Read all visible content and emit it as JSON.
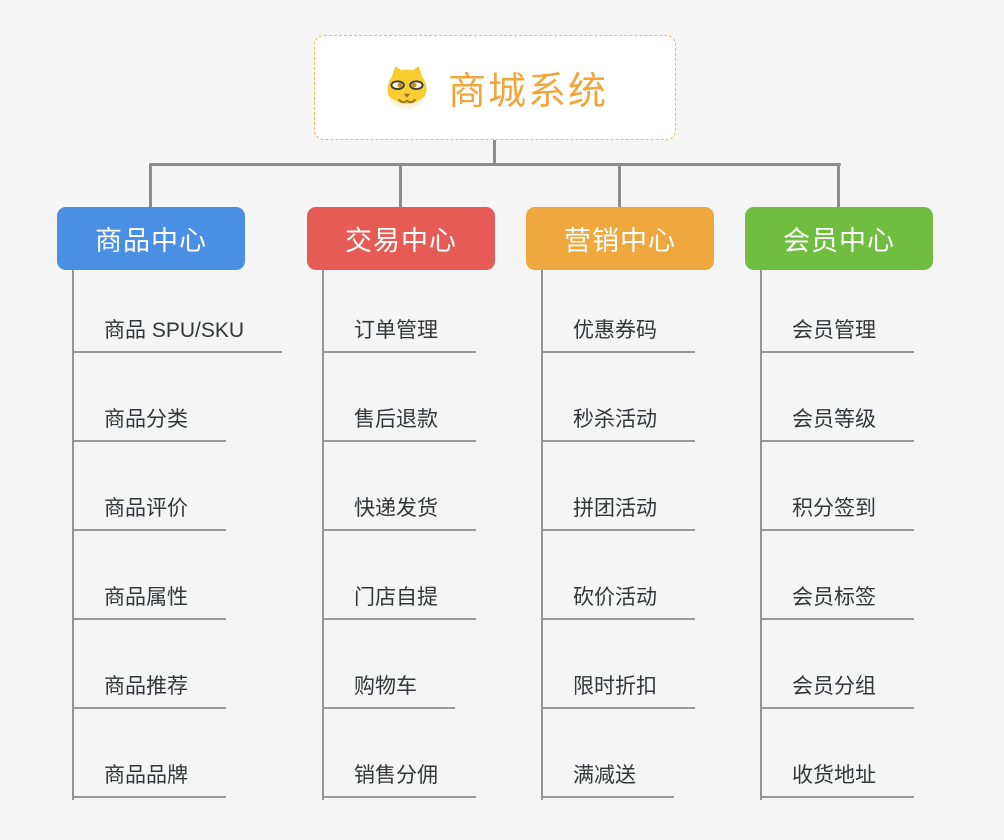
{
  "root": {
    "title": "商城系统",
    "icon": "doge-icon"
  },
  "branches": [
    {
      "title": "商品中心",
      "color": "#4a8fe4",
      "items": [
        "商品 SPU/SKU",
        "商品分类",
        "商品评价",
        "商品属性",
        "商品推荐",
        "商品品牌"
      ]
    },
    {
      "title": "交易中心",
      "color": "#e75b56",
      "items": [
        "订单管理",
        "售后退款",
        "快递发货",
        "门店自提",
        "购物车",
        "销售分佣"
      ]
    },
    {
      "title": "营销中心",
      "color": "#eea83e",
      "items": [
        "优惠券码",
        "秒杀活动",
        "拼团活动",
        "砍价活动",
        "限时折扣",
        "满减送"
      ]
    },
    {
      "title": "会员中心",
      "color": "#70be3f",
      "items": [
        "会员管理",
        "会员等级",
        "积分签到",
        "会员标签",
        "会员分组",
        "收货地址"
      ]
    }
  ],
  "colors": {
    "root_text": "#f0a63c",
    "root_border": "#f0b95e",
    "connector": "#8c8c8c",
    "underline": "#999999",
    "leaf_text": "#33363a",
    "background": "#f5f5f5"
  }
}
